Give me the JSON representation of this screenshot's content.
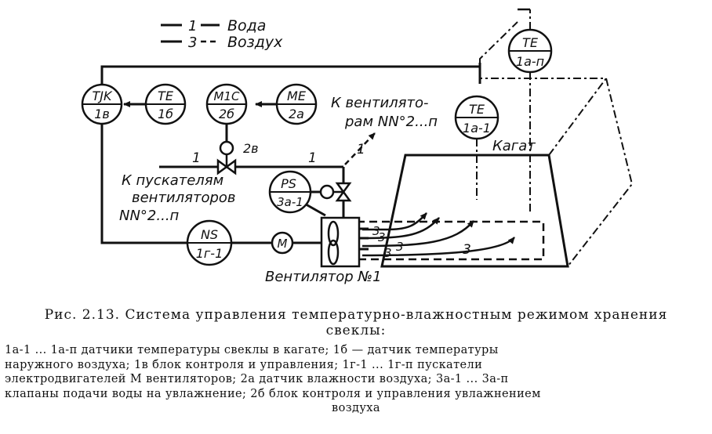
{
  "legend": {
    "water_code": "1",
    "water_label": "Вода",
    "air_code": "3",
    "air_label": "Воздух"
  },
  "nodes": {
    "tjk": {
      "top": "TJK",
      "bottom": "1в"
    },
    "te_outside": {
      "top": "TE",
      "bottom": "1б"
    },
    "m1c": {
      "top": "M1C",
      "bottom": "2б"
    },
    "me": {
      "top": "ME",
      "bottom": "2a"
    },
    "te_pile_n": {
      "top": "TE",
      "bottom": "1a-п"
    },
    "te_pile_1": {
      "top": "TE",
      "bottom": "1a-1"
    },
    "ps": {
      "top": "PS",
      "bottom": "3a-1"
    },
    "ns": {
      "top": "NS",
      "bottom": "1г-1"
    },
    "motor": {
      "label": "M"
    }
  },
  "labels": {
    "to_fans_1": "К вентилято-",
    "to_fans_2": "рам NN°2...п",
    "starters_1": "К пускателям",
    "starters_2": "вентиляторов",
    "starters_3": "NN°2...п",
    "pile": "Кагат",
    "fan": "Вентилятор №1",
    "valve_2v": "2в",
    "water_line_1a": "1",
    "water_line_1b": "1",
    "water_line_1c": "1",
    "air_3a": "3",
    "air_3b": "3",
    "air_3c": "3",
    "air_3d": "3",
    "air_3e": "3"
  },
  "caption": {
    "title_line1": "Рис. 2.13. Система управления температурно-влажностным режимом хранения",
    "title_line2": "свеклы:",
    "legend_line1": "1а-1 ... 1а-п датчики температуры свеклы в кагате; 1б — датчик температуры",
    "legend_line2": "наружного воздуха; 1в блок контроля и управления; 1г-1 ... 1г-п пускатели",
    "legend_line3": "электродвигателей М вентиляторов; 2а датчик влажности воздуха; 3а-1 ... 3а-п",
    "legend_line4": "клапаны подачи воды на увлажнение; 2б блок контроля и управления увлажнением",
    "legend_line5": "воздуха"
  }
}
